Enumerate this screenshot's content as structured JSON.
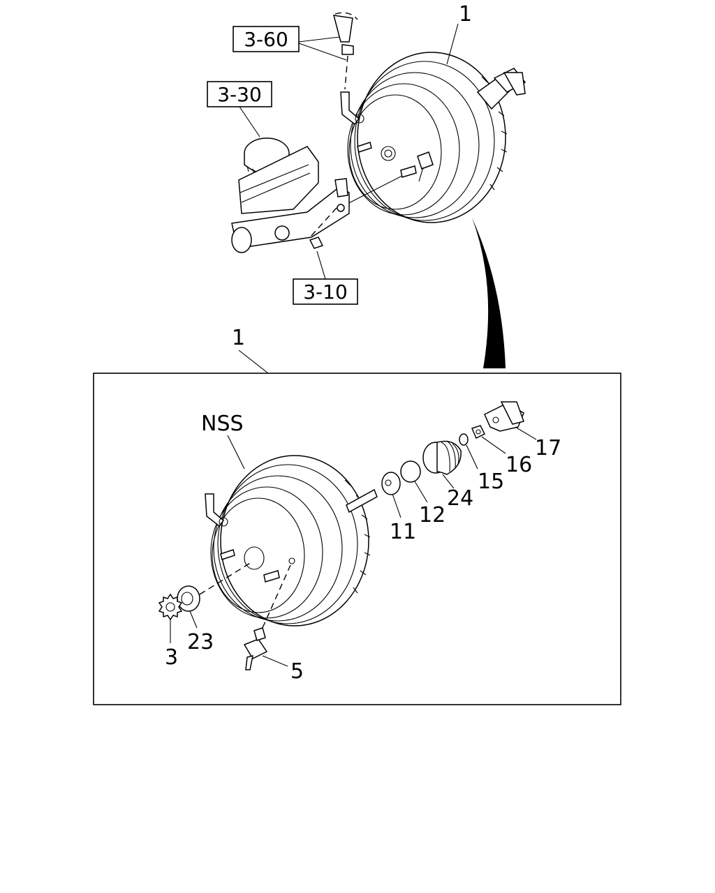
{
  "refs": {
    "r360": "3-60",
    "r330": "3-30",
    "r310": "3-10"
  },
  "labels": {
    "top_booster": "1",
    "box": "1",
    "nss": "NSS",
    "p3": "3",
    "p5": "5",
    "p11": "11",
    "p12": "12",
    "p15": "15",
    "p16": "16",
    "p17": "17",
    "p23": "23",
    "p24": "24"
  }
}
